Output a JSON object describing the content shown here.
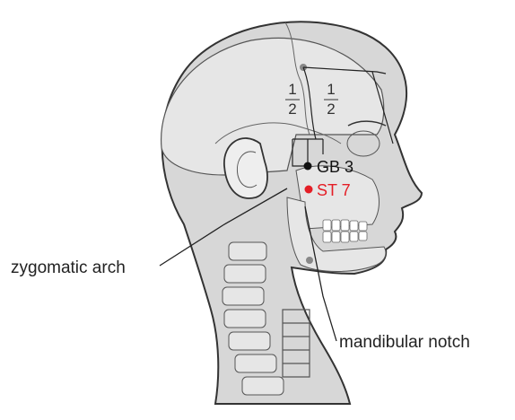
{
  "points": {
    "gb3": {
      "label": "GB 3",
      "color": "#111111"
    },
    "st7": {
      "label": "ST 7",
      "color": "#e41e26"
    }
  },
  "fractions": {
    "left": {
      "num": "1",
      "den": "2"
    },
    "right": {
      "num": "1",
      "den": "2"
    }
  },
  "annotations": {
    "zygomatic": "zygomatic arch",
    "mandibular": "mandibular notch"
  },
  "colors": {
    "skin_fill": "#d7d7d7",
    "outline": "#333333",
    "bone_fill": "#e6e6e6"
  }
}
